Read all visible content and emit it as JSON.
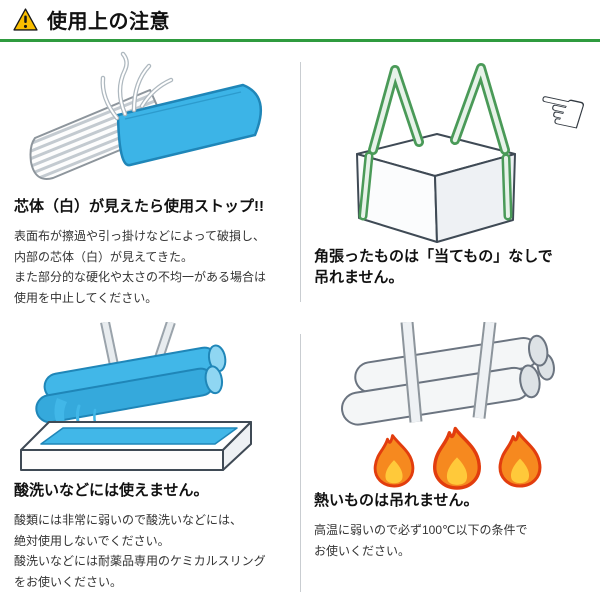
{
  "header": {
    "title": "使用上の注意"
  },
  "colors": {
    "accent_green": "#2f9b3f",
    "warning_yellow": "#f9be00",
    "sling_blue": "#3cb4e7",
    "strap_green": "#4a9a58",
    "flame_orange": "#f6891f",
    "flame_red": "#e23d0e"
  },
  "panels": [
    {
      "id": "core-visible",
      "illustration": "sling-with-exposed-white-core",
      "heading": "芯体（白）が見えたら使用ストップ!!",
      "body": "表面布が擦過や引っ掛けなどによって破損し、\n内部の芯体（白）が見えてきた。\nまた部分的な硬化や太さの不均一がある場合は\n使用を中止してください。"
    },
    {
      "id": "angular-load",
      "illustration": "angular-container-with-sling-loops-and-pointing-hand",
      "heading": "角張ったものは「当てもの」なしで\n吊れません。",
      "body": ""
    },
    {
      "id": "acid-wash",
      "illustration": "pipes-dipped-in-acid-tank",
      "heading": "酸洗いなどには使えません。",
      "body": "酸類には非常に弱いので酸洗いなどには、\n絶対使用しないでください。\n酸洗いなどには耐薬品専用のケミカルスリング\nをお使いください。"
    },
    {
      "id": "hot-load",
      "illustration": "pipes-over-flames",
      "heading": "熱いものは吊れません。",
      "body": "高温に弱いので必ず100℃以下の条件で\nお使いください。"
    }
  ]
}
